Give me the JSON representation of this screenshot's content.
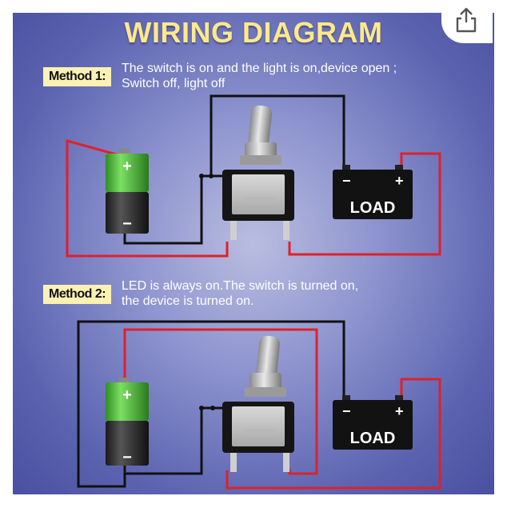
{
  "title": "WIRING DIAGRAM",
  "methods": [
    {
      "label": "Method 1:",
      "desc_line1": "The switch is on and the light is on,device open ;",
      "desc_line2": "Switch off, light off",
      "load_label": "LOAD"
    },
    {
      "label": "Method 2:",
      "desc_line1": "LED is always on.The switch is turned on,",
      "desc_line2": "the device is turned on.",
      "load_label": "LOAD"
    }
  ],
  "symbols": {
    "plus": "+",
    "minus": "−"
  },
  "icons": {
    "share": "share-icon"
  },
  "colors": {
    "title": "#ffe98a",
    "tag_bg": "#fbf1b3",
    "wire_red": "#e0202a",
    "wire_black": "#111111",
    "battery_green": "#4fc23a"
  }
}
